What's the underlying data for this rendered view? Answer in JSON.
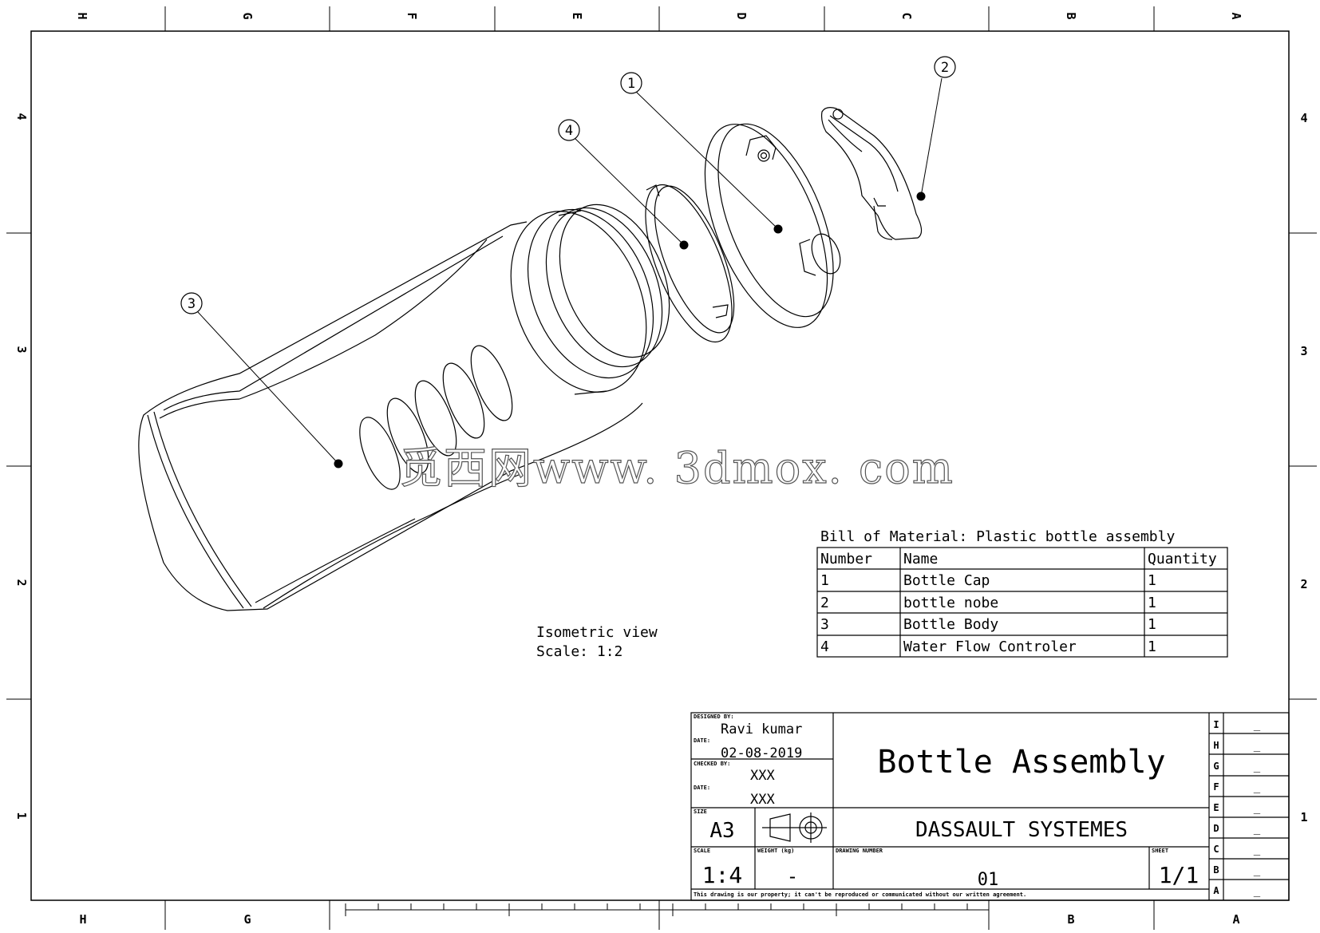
{
  "border": {
    "cols_top": [
      "H",
      "G",
      "F",
      "E",
      "D",
      "C",
      "B",
      "A"
    ],
    "cols_bottom": [
      "H",
      "G",
      "B",
      "A"
    ],
    "rows": [
      "4",
      "3",
      "2",
      "1"
    ]
  },
  "balloons": [
    "1",
    "2",
    "3",
    "4"
  ],
  "view_label": {
    "line1": "Isometric view",
    "line2": "Scale:  1:2"
  },
  "bom": {
    "title": "Bill of Material: Plastic bottle assembly",
    "headers": [
      "Number",
      "Name",
      "Quantity"
    ],
    "rows": [
      {
        "number": "1",
        "name": "Bottle Cap",
        "quantity": "1"
      },
      {
        "number": "2",
        "name": "bottle nobe",
        "quantity": "1"
      },
      {
        "number": "3",
        "name": "Bottle Body",
        "quantity": "1"
      },
      {
        "number": "4",
        "name": "Water Flow Controler",
        "quantity": "1"
      }
    ]
  },
  "title_block": {
    "designed_by_label": "DESIGNED BY:",
    "designed_by": "Ravi kumar",
    "date_label": "DATE:",
    "date": "02-08-2019",
    "checked_by_label": "CHECKED BY:",
    "checked_by": "XXX",
    "date2_label": "DATE:",
    "date2": "XXX",
    "title": "Bottle Assembly",
    "size_label": "SIZE",
    "size": "A3",
    "company": "DASSAULT SYSTEMES",
    "scale_label": "SCALE",
    "scale": "1:4",
    "weight_label": "WEIGHT (kg)",
    "weight": "-",
    "drawing_number_label": "DRAWING NUMBER",
    "drawing_number": "01",
    "sheet_label": "SHEET",
    "sheet": "1/1",
    "footer": "This drawing is our property; it can't be reproduced or communicated without our written agreement.",
    "revisions": [
      {
        "letter": "I",
        "value": "_"
      },
      {
        "letter": "H",
        "value": "_"
      },
      {
        "letter": "G",
        "value": "_"
      },
      {
        "letter": "F",
        "value": "_"
      },
      {
        "letter": "E",
        "value": "_"
      },
      {
        "letter": "D",
        "value": "_"
      },
      {
        "letter": "C",
        "value": "_"
      },
      {
        "letter": "B",
        "value": "_"
      },
      {
        "letter": "A",
        "value": "_"
      }
    ]
  },
  "watermark": "觅西网www. 3dmox. com"
}
